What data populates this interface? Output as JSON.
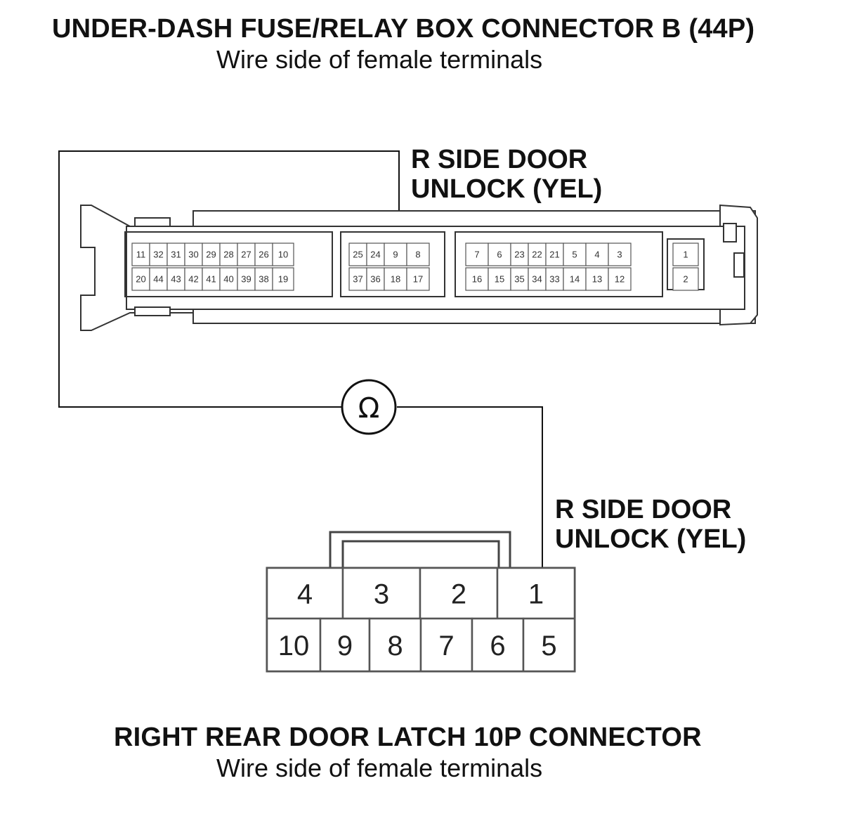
{
  "header": {
    "title": "UNDER-DASH FUSE/RELAY BOX CONNECTOR B (44P)",
    "subtitle": "Wire side of female terminals"
  },
  "callouts": {
    "top_line1": "R SIDE DOOR",
    "top_line2": "UNLOCK (YEL)",
    "bottom_line1": "R SIDE DOOR",
    "bottom_line2": "UNLOCK (YEL)"
  },
  "meter": {
    "symbol": "Ω",
    "icon": "ohmmeter-icon"
  },
  "connector_b": {
    "pins": {
      "b1": [
        "11",
        "32",
        "31",
        "30",
        "29",
        "28",
        "27",
        "26",
        "10"
      ],
      "b2": [
        "20",
        "44",
        "43",
        "42",
        "41",
        "40",
        "39",
        "38",
        "19"
      ],
      "b3": [
        "25",
        "24",
        "9",
        "8"
      ],
      "b4": [
        "37",
        "36",
        "18",
        "17"
      ],
      "b5": [
        "7",
        "6",
        "23",
        "22",
        "21",
        "5",
        "4",
        "3"
      ],
      "b6": [
        "16",
        "15",
        "35",
        "34",
        "33",
        "14",
        "13",
        "12"
      ],
      "b7": [
        "1",
        "2"
      ]
    }
  },
  "connector_latch": {
    "top_pins": [
      "4",
      "3",
      "2",
      "1"
    ],
    "bottom_pins": [
      "10",
      "9",
      "8",
      "7",
      "6",
      "5"
    ]
  },
  "footer": {
    "title": "RIGHT REAR DOOR LATCH 10P CONNECTOR",
    "subtitle": "Wire side of female terminals"
  }
}
